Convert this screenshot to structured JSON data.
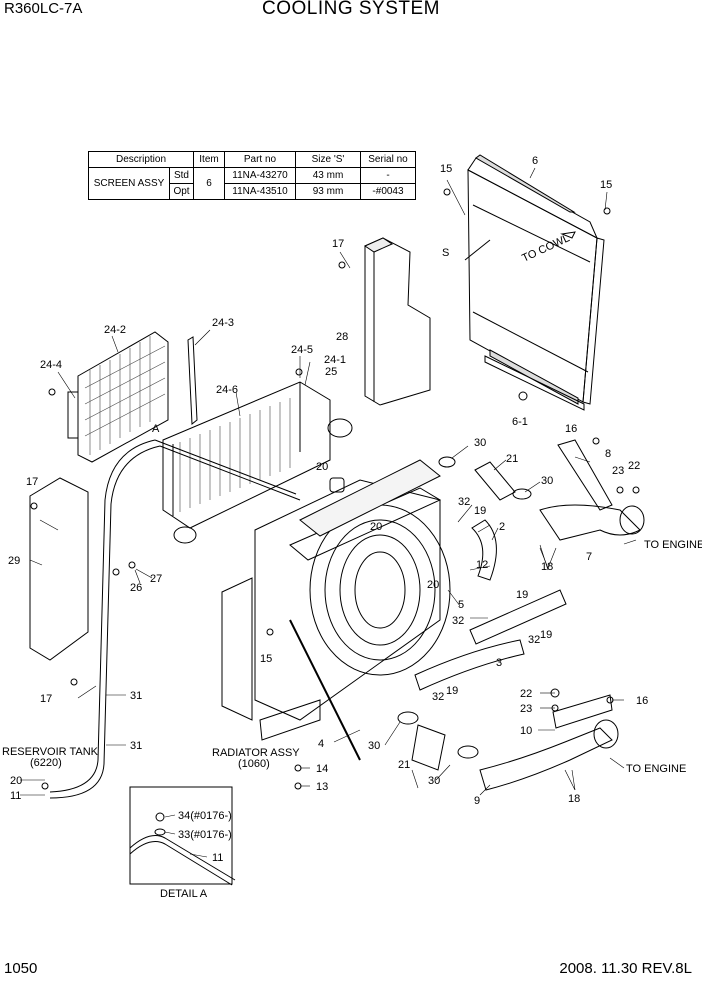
{
  "header": {
    "model": "R360LC-7A",
    "title": "COOLING SYSTEM"
  },
  "footer": {
    "page": "1050",
    "revision": "2008. 11.30  REV.8L"
  },
  "spec_table": {
    "headers": [
      "Description",
      "Item",
      "Part no",
      "Size 'S'",
      "Serial no"
    ],
    "description": "SCREEN ASSY",
    "item": "6",
    "rows": [
      {
        "variant": "Std",
        "part_no": "11NA-43270",
        "size": "43 mm",
        "serial": "-"
      },
      {
        "variant": "Opt",
        "part_no": "11NA-43510",
        "size": "93 mm",
        "serial": "-#0043"
      }
    ]
  },
  "annotations": {
    "to_cowl": "TO COWL",
    "s_mark": "S",
    "detail_a_marker": "A",
    "to_engine_upper": "TO ENGINE",
    "to_engine_lower": "TO ENGINE",
    "reservoir_tank": "RESERVOIR TANK",
    "reservoir_tank_ref": "(6220)",
    "radiator_assy": "RADIATOR ASSY",
    "radiator_assy_ref": "(1060)",
    "detail_a": "DETAIL A"
  },
  "part_labels": [
    "15",
    "6",
    "15",
    "17",
    "28",
    "24-2",
    "24-3",
    "24-4",
    "24-5",
    "24-1",
    "25",
    "24-6",
    "6-1",
    "16",
    "8",
    "23",
    "22",
    "30",
    "21",
    "30",
    "32",
    "19",
    "2",
    "20",
    "20",
    "20",
    "7",
    "18",
    "12",
    "5",
    "19",
    "32",
    "32",
    "19",
    "3",
    "17",
    "29",
    "26",
    "27",
    "15",
    "32",
    "19",
    "31",
    "31",
    "17",
    "22",
    "23",
    "16",
    "10",
    "30",
    "21",
    "30",
    "9",
    "18",
    "4",
    "14",
    "13",
    "20",
    "11",
    "34(#0176-)",
    "33(#0176-)",
    "11",
    "A"
  ]
}
